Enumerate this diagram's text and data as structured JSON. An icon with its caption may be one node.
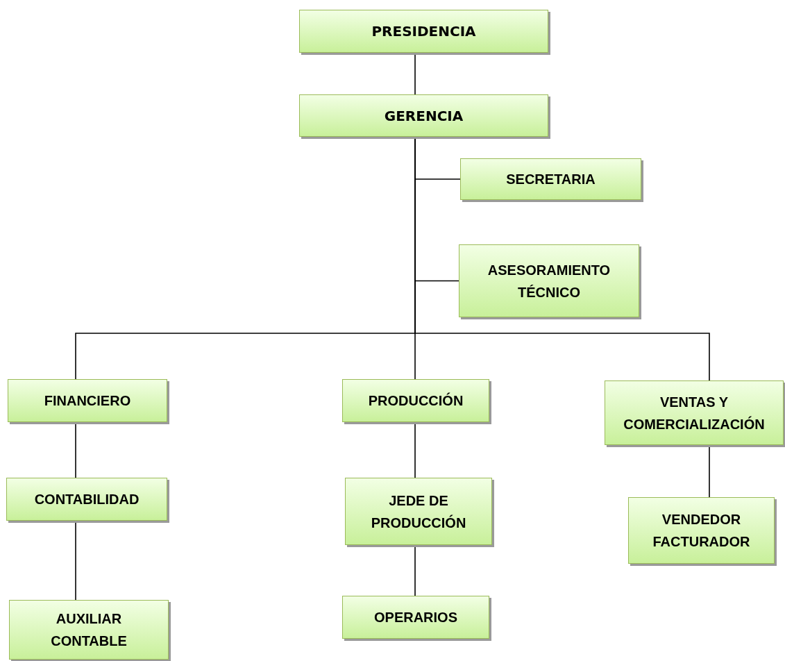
{
  "diagram": {
    "nodes": [
      {
        "text": [
          "PRESIDENCIA"
        ]
      },
      {
        "text": [
          "GERENCIA"
        ]
      },
      {
        "text": [
          "SECRETARIA"
        ]
      },
      {
        "text": [
          "ASESORAMIENTO TÉCNICO"
        ]
      },
      {
        "text": [
          "FINANCIERO"
        ]
      },
      {
        "text": [
          "PRODUCCIÓN"
        ]
      },
      {
        "text": [
          "VENTAS Y COMERCIALIZACIÓN"
        ]
      },
      {
        "text": [
          "CONTABILIDAD"
        ]
      },
      {
        "text": [
          "AUXILIAR CONTABLE"
        ]
      },
      {
        "text": [
          "JEDE DE PRODUCCIÓN"
        ]
      },
      {
        "text": [
          "OPERARIOS"
        ]
      },
      {
        "text": [
          "VENDEDOR FACTURADOR"
        ]
      }
    ],
    "edges": [
      {
        "from": 0,
        "to": 1,
        "arrow": "none"
      },
      {
        "from": 1,
        "to": 2,
        "arrow": "none"
      },
      {
        "from": 1,
        "to": 3,
        "arrow": "none"
      },
      {
        "from": 1,
        "to": 4,
        "arrow": "none"
      },
      {
        "from": 1,
        "to": 5,
        "arrow": "none"
      },
      {
        "from": 1,
        "to": 6,
        "arrow": "none"
      },
      {
        "from": 4,
        "to": 7,
        "arrow": "none"
      },
      {
        "from": 7,
        "to": 8,
        "arrow": "none"
      },
      {
        "from": 5,
        "to": 9,
        "arrow": "none"
      },
      {
        "from": 9,
        "to": 10,
        "arrow": "none"
      },
      {
        "from": 6,
        "to": 11,
        "arrow": "none"
      }
    ]
  }
}
